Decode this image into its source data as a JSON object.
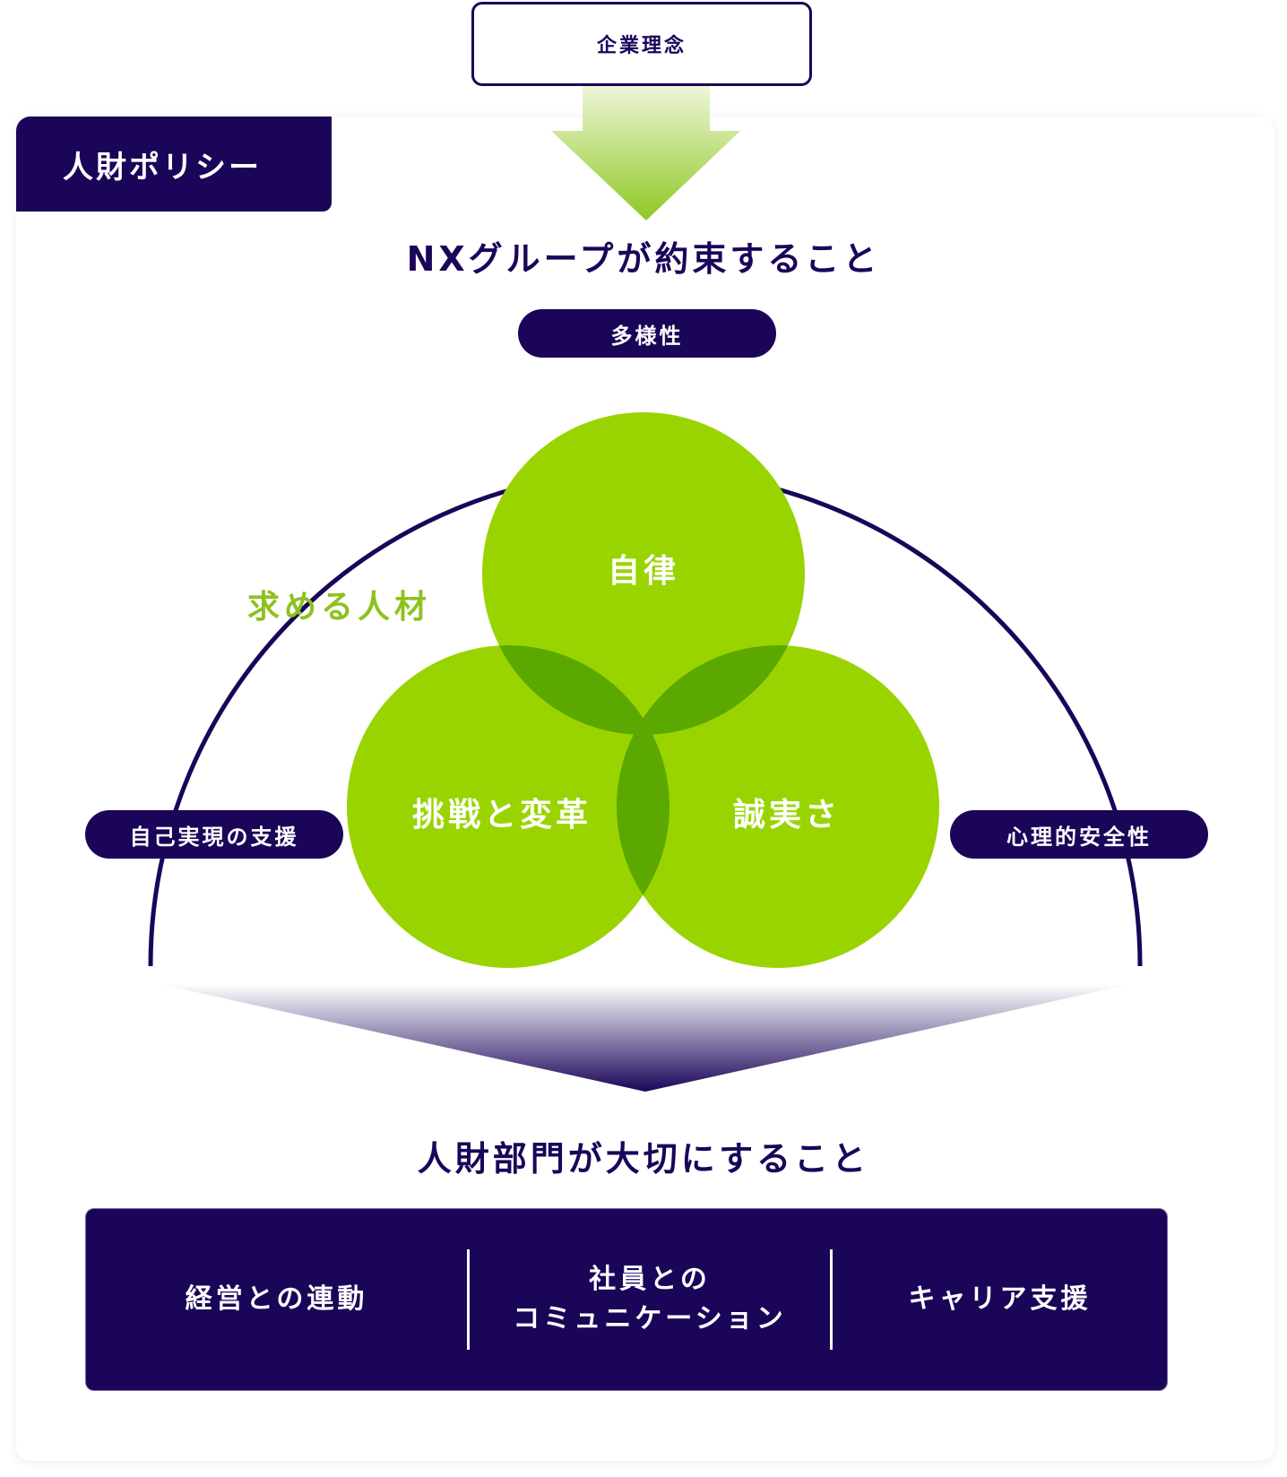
{
  "philosophy": {
    "label": "企業理念"
  },
  "policy_tab": {
    "label": "人財ポリシー"
  },
  "promise": {
    "heading": "NXグループが約束すること"
  },
  "arc_labels": {
    "top": "多様性",
    "left": "自己実現の支援",
    "right": "心理的安全性"
  },
  "wanted_people": {
    "label": "求める人材",
    "circles": [
      "自律",
      "挑戦と変革",
      "誠実さ"
    ]
  },
  "hr": {
    "heading": "人財部門が大切にすること",
    "items": [
      {
        "line1": "経営との連動",
        "line2": ""
      },
      {
        "line1": "社員との",
        "line2": "コミュニケーション"
      },
      {
        "line1": "キャリア支援",
        "line2": ""
      }
    ]
  },
  "colors": {
    "navy": "#1a0559",
    "green": "#9ad400",
    "green_text": "#8cc21e",
    "overlap": "#5aa800"
  }
}
